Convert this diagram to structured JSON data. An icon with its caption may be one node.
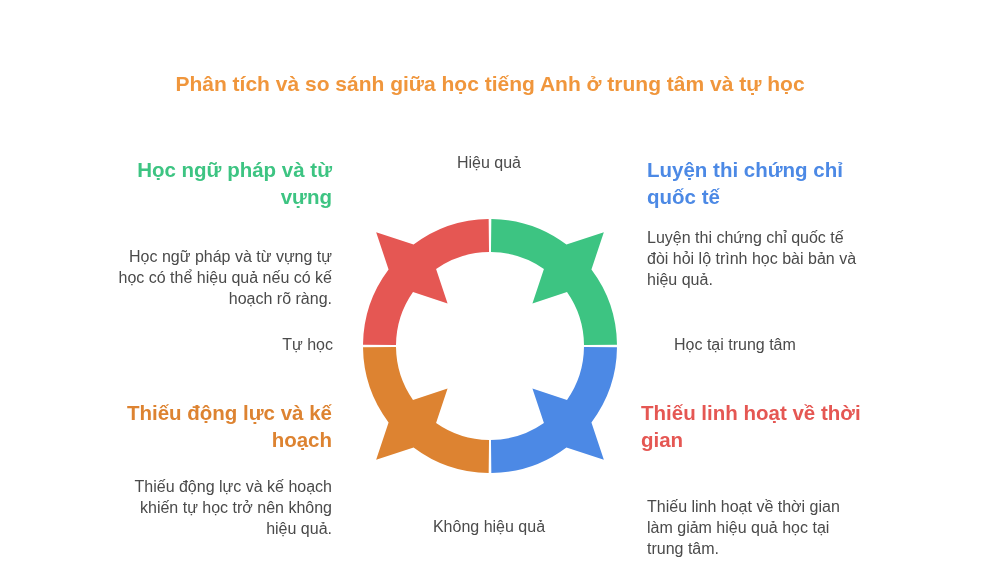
{
  "diagram": {
    "title": "Phân tích và so sánh giữa học tiếng Anh ở trung tâm và tự học",
    "nodes": [
      {
        "text": [],
        "shape": "arrow",
        "beside": [
          "Học ngữ pháp và từ vựng",
          "Học ngữ pháp và từ vựng tự học có thể hiệu quả nếu có kế hoạch rõ ràng."
        ]
      },
      {
        "text": [],
        "shape": "arrow",
        "beside": [
          "Luyện thi chứng chỉ quốc tế",
          "Luyện thi chứng chỉ quốc tế đòi hỏi lộ trình học bài bản và hiệu quả."
        ]
      },
      {
        "text": [],
        "shape": "arrow",
        "beside": [
          "Thiếu động lực và kế hoạch",
          "Thiếu động lực và kế hoạch khiến tự học trở nên không hiệu quả."
        ]
      },
      {
        "text": [],
        "shape": "arrow",
        "beside": [
          "Thiếu linh hoạt về thời gian",
          "Thiếu linh hoạt về thời gian làm giảm hiệu quả học tại trung tâm."
        ]
      }
    ],
    "labels": [
      "Hiệu quả",
      "Tự học",
      "Học tại trung tâm",
      "Không hiệu quả"
    ]
  }
}
